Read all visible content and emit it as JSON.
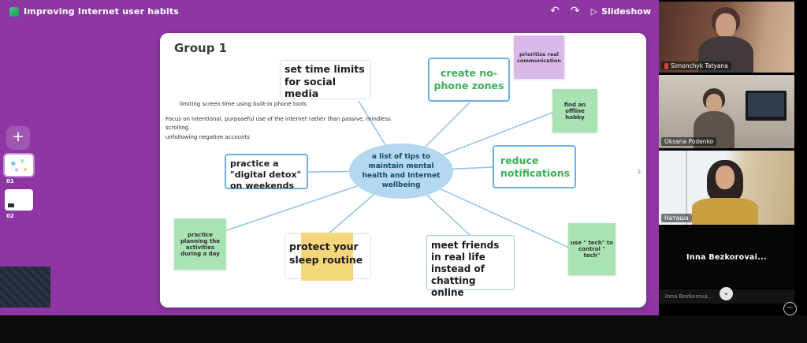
{
  "topbar": {
    "title": "Improving Internet user habits",
    "undo_icon": "↶",
    "redo_icon": "↷",
    "play_icon": "▷",
    "slideshow_label": "Slideshow"
  },
  "sidebar": {
    "add_button": "+",
    "slides": [
      {
        "num": "01"
      },
      {
        "num": "02"
      }
    ]
  },
  "canvas": {
    "group_title": "Group 1",
    "center_text": "a list of tips to maintain mental health and Internet wellbeing",
    "next_arrow": "›",
    "notes": [
      "limiting screen time using built-in phone tools",
      "Focus on intentional, purposeful use of the internet rather than passive, mindless scrolling",
      "unfollowing negative accounts"
    ],
    "nodes": {
      "set_time": "set time limits for social media",
      "no_phone": "create no-phone zones",
      "prioritize": "prioritize real communication",
      "offline_hobby": "find an offline hobby",
      "reduce": "reduce notifications",
      "detox": "practice a \"digital detox\" on weekends",
      "planning": "practice planning the activities during a day",
      "sleep": "protect your sleep routine",
      "friends": "meet friends in real life instead of chatting online",
      "tech": "use \" tech\" to control \" tech\""
    }
  },
  "participants": [
    {
      "name": "Simonchyk Tatyana"
    },
    {
      "name": "Oksana Podenko"
    },
    {
      "name": "Наташа"
    },
    {
      "name": "Inna  Bezkorovai..."
    },
    {
      "name": "Inna Bezkorova..."
    }
  ],
  "panel": {
    "collapse_icon": "⌄"
  },
  "statusbar": {
    "minimize_icon": "−"
  },
  "colors": {
    "purple_bg": "#8e37a4",
    "ellipse_blue": "#b4d8ef",
    "node_border_blue": "#70b1e3",
    "green_text": "#3bb054",
    "sticky_green": "#a9e3b4",
    "sticky_purple": "#d9b9ea",
    "sticky_yellow": "#f5d77b"
  }
}
